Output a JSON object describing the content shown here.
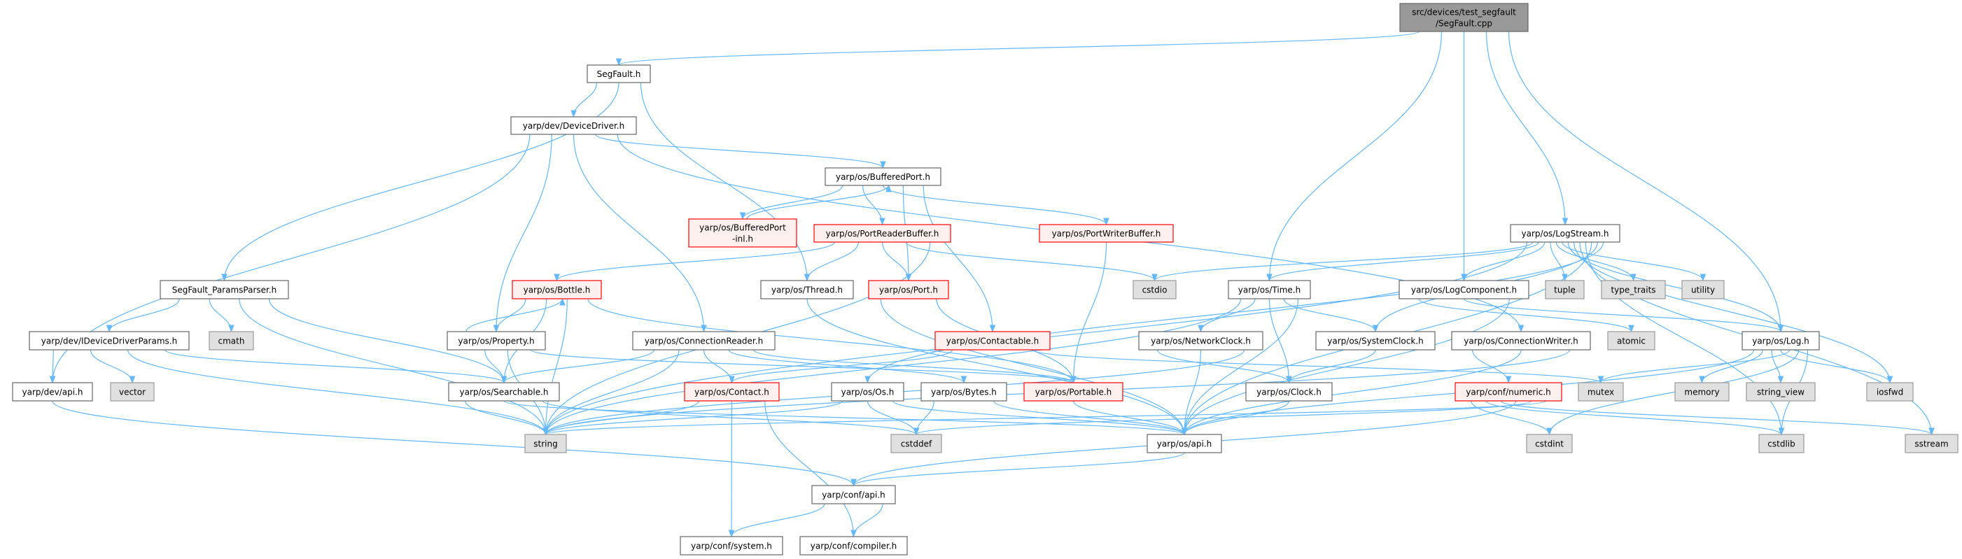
{
  "title": "src/devices/test_segfault/SegFault.cpp include dependency graph",
  "colors": {
    "edge": "#63b8ff",
    "root_fill": "#999999",
    "truncated_border": "#ff0000",
    "system_fill": "#e0e0e0"
  },
  "nodes": {
    "root": [
      "src/devices/test_segfault",
      "/SegFault.cpp"
    ],
    "segfault_h": [
      "SegFault.h"
    ],
    "devicedriver": [
      "yarp/dev/DeviceDriver.h"
    ],
    "bufferedport": [
      "yarp/os/BufferedPort.h"
    ],
    "bufferedport_inl": [
      "yarp/os/BufferedPort",
      "-inl.h"
    ],
    "portreaderbuffer": [
      "yarp/os/PortReaderBuffer.h"
    ],
    "portwriterbuffer": [
      "yarp/os/PortWriterBuffer.h"
    ],
    "logstream": [
      "yarp/os/LogStream.h"
    ],
    "paramsparser": [
      "SegFault_ParamsParser.h"
    ],
    "bottle": [
      "yarp/os/Bottle.h"
    ],
    "thread": [
      "yarp/os/Thread.h"
    ],
    "port": [
      "yarp/os/Port.h"
    ],
    "cstdio": [
      "cstdio"
    ],
    "time": [
      "yarp/os/Time.h"
    ],
    "logcomponent": [
      "yarp/os/LogComponent.h"
    ],
    "tuple": [
      "tuple"
    ],
    "type_traits": [
      "type_traits"
    ],
    "utility": [
      "utility"
    ],
    "ideviceparams": [
      "yarp/dev/IDeviceDriverParams.h"
    ],
    "cmath": [
      "cmath"
    ],
    "property": [
      "yarp/os/Property.h"
    ],
    "connreader": [
      "yarp/os/ConnectionReader.h"
    ],
    "contactable": [
      "yarp/os/Contactable.h"
    ],
    "networkclock": [
      "yarp/os/NetworkClock.h"
    ],
    "systemclock": [
      "yarp/os/SystemClock.h"
    ],
    "connwriter": [
      "yarp/os/ConnectionWriter.h"
    ],
    "atomic": [
      "atomic"
    ],
    "log": [
      "yarp/os/Log.h"
    ],
    "devapi": [
      "yarp/dev/api.h"
    ],
    "vector": [
      "vector"
    ],
    "searchable": [
      "yarp/os/Searchable.h"
    ],
    "contact": [
      "yarp/os/Contact.h"
    ],
    "os_h": [
      "yarp/os/Os.h"
    ],
    "bytes": [
      "yarp/os/Bytes.h"
    ],
    "portable": [
      "yarp/os/Portable.h"
    ],
    "clock": [
      "yarp/os/Clock.h"
    ],
    "numeric": [
      "yarp/conf/numeric.h"
    ],
    "mutex": [
      "mutex"
    ],
    "memory": [
      "memory"
    ],
    "string_view": [
      "string_view"
    ],
    "iosfwd": [
      "iosfwd"
    ],
    "string": [
      "string"
    ],
    "cstddef": [
      "cstddef"
    ],
    "osapi": [
      "yarp/os/api.h"
    ],
    "cstdint": [
      "cstdint"
    ],
    "cstdlib": [
      "cstdlib"
    ],
    "sstream": [
      "sstream"
    ],
    "confapi": [
      "yarp/conf/api.h"
    ],
    "system": [
      "yarp/conf/system.h"
    ],
    "compiler": [
      "yarp/conf/compiler.h"
    ]
  },
  "edges": [
    [
      "root",
      "segfault_h"
    ],
    [
      "root",
      "time"
    ],
    [
      "root",
      "logcomponent"
    ],
    [
      "root",
      "logstream"
    ],
    [
      "root",
      "log"
    ],
    [
      "segfault_h",
      "devicedriver"
    ],
    [
      "segfault_h",
      "paramsparser"
    ],
    [
      "segfault_h",
      "thread"
    ],
    [
      "devicedriver",
      "devapi"
    ],
    [
      "devicedriver",
      "property"
    ],
    [
      "devicedriver",
      "connreader"
    ],
    [
      "devicedriver",
      "bufferedport"
    ],
    [
      "devicedriver",
      "connwriter"
    ],
    [
      "bufferedport",
      "bufferedport_inl"
    ],
    [
      "bufferedport_inl",
      "bufferedport"
    ],
    [
      "bufferedport",
      "portreaderbuffer"
    ],
    [
      "bufferedport",
      "portwriterbuffer"
    ],
    [
      "bufferedport",
      "port"
    ],
    [
      "bufferedport",
      "contactable"
    ],
    [
      "portreaderbuffer",
      "bottle"
    ],
    [
      "portreaderbuffer",
      "thread"
    ],
    [
      "portreaderbuffer",
      "port"
    ],
    [
      "portreaderbuffer",
      "cstdio"
    ],
    [
      "portreaderbuffer",
      "string"
    ],
    [
      "portwriterbuffer",
      "portable"
    ],
    [
      "logstream",
      "string"
    ],
    [
      "logstream",
      "cstdio"
    ],
    [
      "logstream",
      "time"
    ],
    [
      "logstream",
      "logcomponent"
    ],
    [
      "logstream",
      "tuple"
    ],
    [
      "logstream",
      "type_traits"
    ],
    [
      "logstream",
      "utility"
    ],
    [
      "logstream",
      "log"
    ],
    [
      "logstream",
      "iosfwd"
    ],
    [
      "logstream",
      "sstream"
    ],
    [
      "logstream",
      "cstdlib"
    ],
    [
      "logstream",
      "osapi"
    ],
    [
      "logstream",
      "systemclock"
    ],
    [
      "logstream",
      "os_h"
    ],
    [
      "paramsparser",
      "ideviceparams"
    ],
    [
      "paramsparser",
      "cmath"
    ],
    [
      "paramsparser",
      "string"
    ],
    [
      "paramsparser",
      "searchable"
    ],
    [
      "ideviceparams",
      "devapi"
    ],
    [
      "ideviceparams",
      "vector"
    ],
    [
      "ideviceparams",
      "string"
    ],
    [
      "ideviceparams",
      "searchable"
    ],
    [
      "bottle",
      "property"
    ],
    [
      "bottle",
      "searchable"
    ],
    [
      "bottle",
      "string"
    ],
    [
      "bottle",
      "portable"
    ],
    [
      "property",
      "bottle"
    ],
    [
      "property",
      "searchable"
    ],
    [
      "property",
      "string"
    ],
    [
      "property",
      "portable"
    ],
    [
      "thread",
      "osapi"
    ],
    [
      "port",
      "osapi"
    ],
    [
      "port",
      "portable"
    ],
    [
      "contactable",
      "contact"
    ],
    [
      "contactable",
      "mutex"
    ],
    [
      "time",
      "string"
    ],
    [
      "time",
      "networkclock"
    ],
    [
      "time",
      "clock"
    ],
    [
      "time",
      "systemclock"
    ],
    [
      "time",
      "osapi"
    ],
    [
      "logcomponent",
      "atomic"
    ],
    [
      "logcomponent",
      "log"
    ],
    [
      "logcomponent",
      "osapi"
    ],
    [
      "connreader",
      "searchable"
    ],
    [
      "connreader",
      "string"
    ],
    [
      "connreader",
      "contact"
    ],
    [
      "connreader",
      "bytes"
    ],
    [
      "connreader",
      "portable"
    ],
    [
      "networkclock",
      "clock"
    ],
    [
      "networkclock",
      "osapi"
    ],
    [
      "networkclock",
      "string"
    ],
    [
      "systemclock",
      "clock"
    ],
    [
      "connwriter",
      "numeric"
    ],
    [
      "connwriter",
      "osapi"
    ],
    [
      "connwriter",
      "string"
    ],
    [
      "log",
      "osapi"
    ],
    [
      "log",
      "memory"
    ],
    [
      "log",
      "string_view"
    ],
    [
      "log",
      "iosfwd"
    ],
    [
      "log",
      "mutex"
    ],
    [
      "log",
      "cstdint"
    ],
    [
      "log",
      "cstdlib"
    ],
    [
      "devapi",
      "confapi"
    ],
    [
      "searchable",
      "string"
    ],
    [
      "searchable",
      "osapi"
    ],
    [
      "searchable",
      "cstddef"
    ],
    [
      "contact",
      "string"
    ],
    [
      "contact",
      "system"
    ],
    [
      "contact",
      "compiler"
    ],
    [
      "os_h",
      "string"
    ],
    [
      "os_h",
      "cstddef"
    ],
    [
      "os_h",
      "osapi"
    ],
    [
      "bytes",
      "cstddef"
    ],
    [
      "bytes",
      "osapi"
    ],
    [
      "portable",
      "osapi"
    ],
    [
      "clock",
      "osapi"
    ],
    [
      "numeric",
      "cstdint"
    ],
    [
      "numeric",
      "cstdlib"
    ],
    [
      "numeric",
      "sstream"
    ],
    [
      "numeric",
      "confapi"
    ],
    [
      "numeric",
      "cstddef"
    ],
    [
      "numeric",
      "string"
    ],
    [
      "osapi",
      "confapi"
    ],
    [
      "confapi",
      "system"
    ],
    [
      "confapi",
      "compiler"
    ]
  ]
}
